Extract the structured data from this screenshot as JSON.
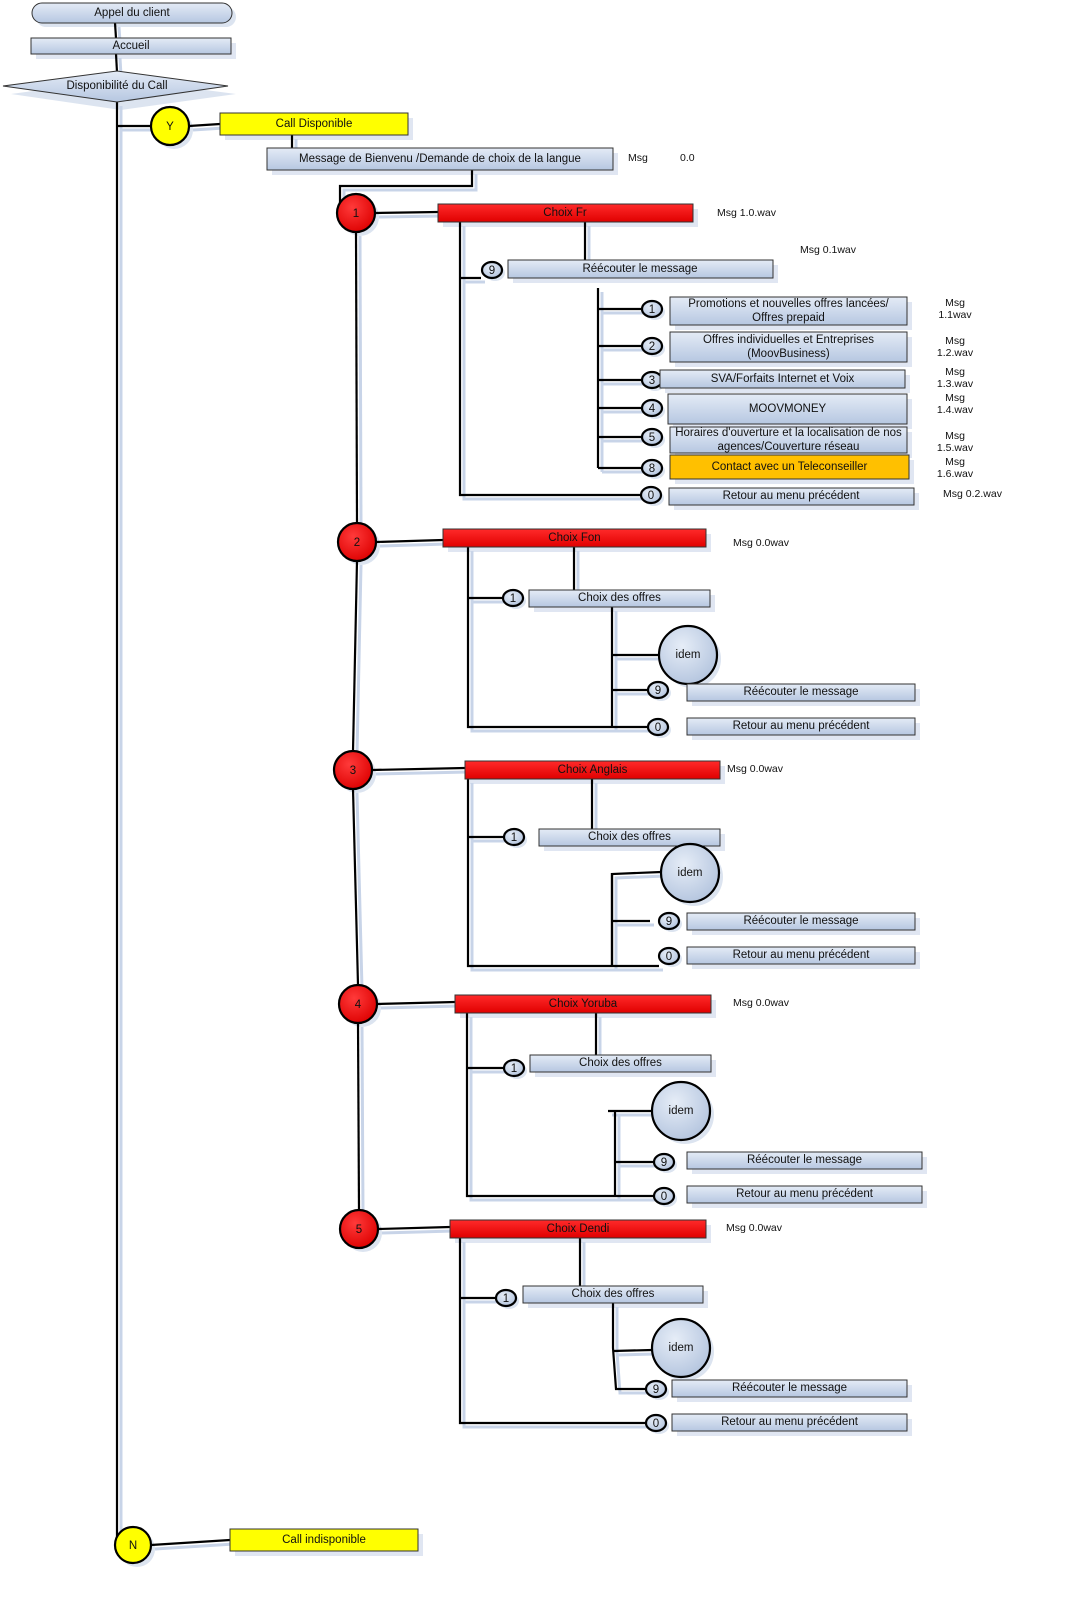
{
  "colors": {
    "box_light": "#dde6f3",
    "box_dark": "#b8c9e2",
    "red": "#ff0000",
    "yellow": "#ffff00",
    "orange": "#ffc000",
    "line": "#000000"
  },
  "top": {
    "start": "Appel du client",
    "accueil": "Accueil",
    "decision": "Disponibilité du Call",
    "yes_label": "Y",
    "no_label": "N",
    "call_available": "Call Disponible",
    "call_unavailable": "Call indisponible",
    "welcome": "Message de Bienvenu /Demande de choix de la langue",
    "welcome_msg": "Msg",
    "welcome_msg_val": "0.0"
  },
  "languages": [
    {
      "key": "1",
      "label": "Choix Fr",
      "msg": "Msg 1.0.wav",
      "replay_key": "9",
      "replay_label": "Réécouter le message",
      "replay_msg": "Msg 0.1wav",
      "options": [
        {
          "key": "1",
          "line1": "Promotions et nouvelles offres lancées/",
          "line2": "Offres prepaid",
          "msg1": "Msg",
          "msg2": "1.1wav"
        },
        {
          "key": "2",
          "line1": "Offres individuelles et Entreprises",
          "line2": "(MoovBusiness)",
          "msg1": "Msg",
          "msg2": "1.2.wav"
        },
        {
          "key": "3",
          "line1": "SVA/Forfaits Internet et Voix",
          "line2": "",
          "msg1": "Msg",
          "msg2": "1.3.wav"
        },
        {
          "key": "4",
          "line1": "MOOVMONEY",
          "line2": "",
          "msg1": "Msg",
          "msg2": "1.4.wav"
        },
        {
          "key": "5",
          "line1": "Horaires d'ouverture et la localisation de nos",
          "line2": "agences/Couverture réseau",
          "msg1": "Msg",
          "msg2": "1.5.wav"
        },
        {
          "key": "8",
          "line1": "Contact avec un Teleconseiller",
          "line2": "",
          "msg1": "Msg",
          "msg2": "1.6.wav"
        }
      ],
      "back_key": "0",
      "back_label": "Retour au menu précédent",
      "back_msg": "Msg 0.2.wav"
    },
    {
      "key": "2",
      "label": "Choix Fon",
      "msg": "Msg 0.0wav",
      "offers_key": "1",
      "offers_label": "Choix des offres",
      "idem": "idem",
      "replay_key": "9",
      "replay_label": "Réécouter le message",
      "back_key": "0",
      "back_label": "Retour au menu précédent"
    },
    {
      "key": "3",
      "label": "Choix Anglais",
      "msg": "Msg 0.0wav",
      "offers_key": "1",
      "offers_label": "Choix des offres",
      "idem": "idem",
      "replay_key": "9",
      "replay_label": "Réécouter le message",
      "back_key": "0",
      "back_label": "Retour au menu précédent"
    },
    {
      "key": "4",
      "label": "Choix Yoruba",
      "msg": "Msg 0.0wav",
      "offers_key": "1",
      "offers_label": "Choix des offres",
      "idem": "idem",
      "replay_key": "9",
      "replay_label": "Réécouter le message",
      "back_key": "0",
      "back_label": "Retour au menu précédent"
    },
    {
      "key": "5",
      "label": "Choix Dendi",
      "msg": "Msg 0.0wav",
      "offers_key": "1",
      "offers_label": "Choix des offres",
      "idem": "idem",
      "replay_key": "9",
      "replay_label": "Réécouter le message",
      "back_key": "0",
      "back_label": "Retour au menu précédent"
    }
  ]
}
